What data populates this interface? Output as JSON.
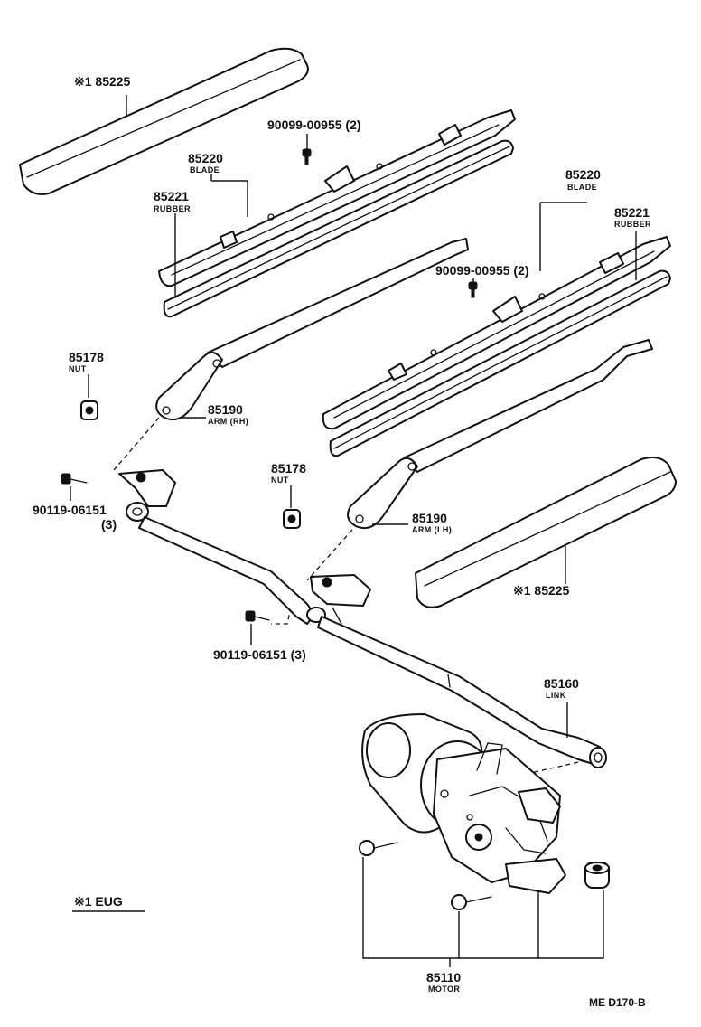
{
  "diagram": {
    "labels": {
      "cover_rh_number": "※1 85225",
      "cover_lh_number": "※1 85225",
      "screw_rh_number": "90099-00955 (2)",
      "screw_lh_number": "90099-00955 (2)",
      "blade_rh_number": "85220",
      "blade_rh_name": "BLADE",
      "blade_lh_number": "85220",
      "blade_lh_name": "BLADE",
      "rubber_rh_number": "85221",
      "rubber_rh_name": "RUBBER",
      "rubber_lh_number": "85221",
      "rubber_lh_name": "RUBBER",
      "nut_rh_number": "85178",
      "nut_rh_name": "NUT",
      "nut_lh_number": "85178",
      "nut_lh_name": "NUT",
      "arm_rh_number": "85190",
      "arm_rh_name": "ARM (RH)",
      "arm_lh_number": "85190",
      "arm_lh_name": "ARM (LH)",
      "bolt_rh_number": "90119-06151",
      "bolt_rh_qty": "(3)",
      "bolt_lh_number": "90119-06151 (3)",
      "link_number": "85160",
      "link_name": "LINK",
      "motor_number": "85110",
      "motor_name": "MOTOR",
      "footnote": "※1 EUG",
      "drawing_code": "ME  D170-B"
    }
  }
}
